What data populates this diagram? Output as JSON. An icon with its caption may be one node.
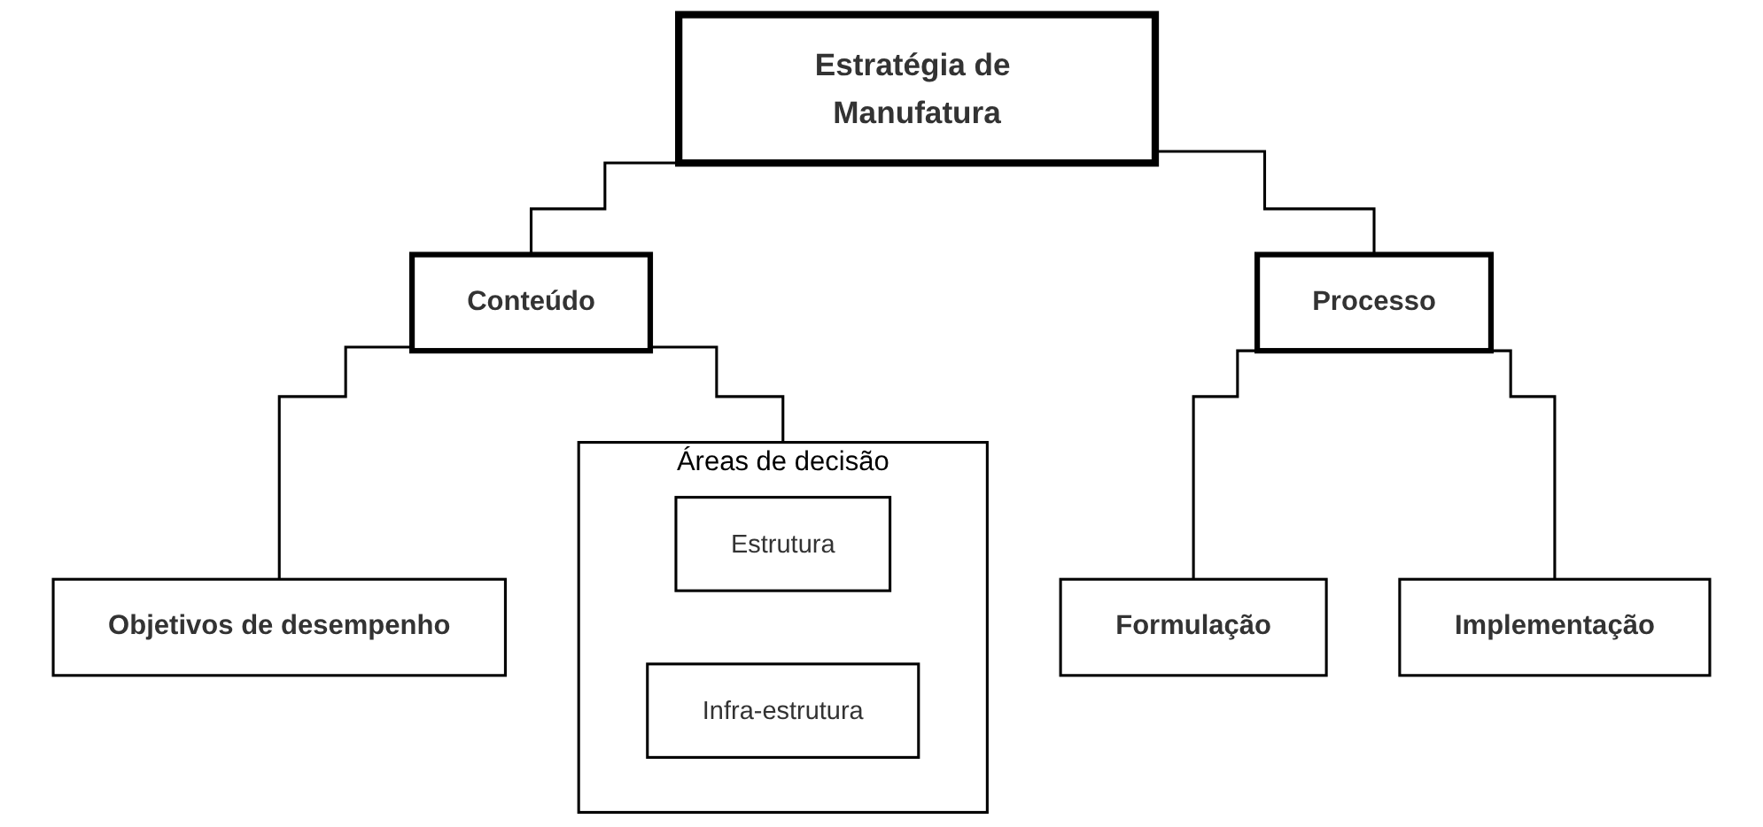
{
  "diagram": {
    "nodes": [
      {
        "text": [
          "Estratégia de Manufatura"
        ]
      },
      {
        "text": [
          "Conteúdo"
        ]
      },
      {
        "text": [
          "Processo"
        ]
      },
      {
        "text": [
          "Objetivos de desempenho"
        ]
      },
      {
        "text": [
          "Áreas de decisão"
        ]
      },
      {
        "text": [
          "Estrutura"
        ],
        "in": 4
      },
      {
        "text": [
          "Infra-estrutura"
        ],
        "in": 4
      },
      {
        "text": [
          "Formulação"
        ]
      },
      {
        "text": [
          "Implementação"
        ]
      }
    ],
    "edges": [
      {
        "from": 0,
        "to": 1,
        "arrow": "none"
      },
      {
        "from": 0,
        "to": 2,
        "arrow": "none"
      },
      {
        "from": 1,
        "to": 3,
        "arrow": "none"
      },
      {
        "from": 1,
        "to": 4,
        "arrow": "none"
      },
      {
        "from": 2,
        "to": 7,
        "arrow": "none"
      },
      {
        "from": 2,
        "to": 8,
        "arrow": "none"
      }
    ]
  }
}
